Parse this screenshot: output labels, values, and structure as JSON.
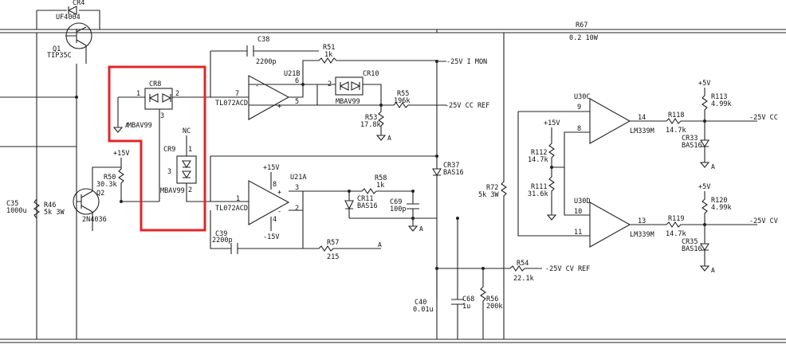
{
  "labels": {
    "CR4": "CR4",
    "UF4004": "UF4004",
    "Q1": "Q1",
    "TIP35C": "TIP35C",
    "R67": "R67",
    "R67v": "0.2 10W",
    "C38": "C38",
    "C38v": "2200p",
    "R51": "R51",
    "R51v": "1k",
    "mon": "-25V I MON",
    "U21B": "U21B",
    "CR10": "CR10",
    "MBAV99_10": "MBAV99",
    "R55": "R55",
    "R55v": "196k",
    "ccref": "-25V CC REF",
    "R53": "R53",
    "R53v": "17.8k",
    "CR8": "CR8",
    "MBAV99_8": "MBAV99",
    "TL072_1": "TL072ACD",
    "TL072_2": "TL072ACD",
    "NC": "NC",
    "CR9": "CR9",
    "MBAV99_9": "MBAV99",
    "p15a": "+15V",
    "R50": "R50",
    "R50v": "30.3k",
    "Q2": "Q2",
    "Q2t": "2N4036",
    "C35": "C35",
    "C35v": "1000u",
    "R46": "R46",
    "R46v": "5k 3W",
    "p15b": "+15V",
    "U21A": "U21A",
    "n15": "-15V",
    "R58": "R58",
    "R58v": "1k",
    "CR11": "CR11",
    "BAS16_11": "BAS16",
    "C69": "C69",
    "C69v": "100p",
    "CR37": "CR37",
    "BAS16_37": "BAS16",
    "C39": "C39",
    "C39v": "2200p",
    "R57": "R57",
    "R57v": "215",
    "A": "A",
    "R72": "R72",
    "R72v": "5k 3W",
    "R54": "R54",
    "R54v": "22.1k",
    "cvref": "-25V CV REF",
    "C40": "C40",
    "C40v": "0.01u",
    "C68": "C68",
    "C68v": "1u",
    "R56": "R56",
    "R56v": "200k",
    "U30C": "U30C",
    "p15c": "+15V",
    "R112": "R112",
    "R112v": "14.7k",
    "R111": "R111",
    "R111v": "31.6k",
    "U30D": "U30D",
    "LM339_1": "LM339M",
    "LM339_2": "LM339M",
    "R118": "R118",
    "R118v": "14.7k",
    "R119": "R119",
    "R119v": "14.7k",
    "p5a": "+5V",
    "R113": "R113",
    "R113v": "4.99k",
    "p5b": "+5V",
    "R120": "R120",
    "R120v": "4.99k",
    "CR33": "CR33",
    "BAS16_33": "BAS16",
    "CR35": "CR35",
    "BAS16_35": "BAS16",
    "cc": "-25V CC",
    "cv": "-25V CV",
    "n1": "1",
    "n2": "2",
    "n3": "3",
    "n7": "7",
    "n6": "6",
    "n5": "5",
    "n2b": "2",
    "n1b": "1",
    "n3b": "3",
    "n2c": "2",
    "n1c": "1",
    "n8": "8",
    "n3c": "3",
    "n2d": "2",
    "n4": "4",
    "n9": "9",
    "n8b": "8",
    "n14": "14",
    "n10": "10",
    "n11": "11",
    "n13": "13",
    "plus": "+",
    "minus": "-"
  }
}
